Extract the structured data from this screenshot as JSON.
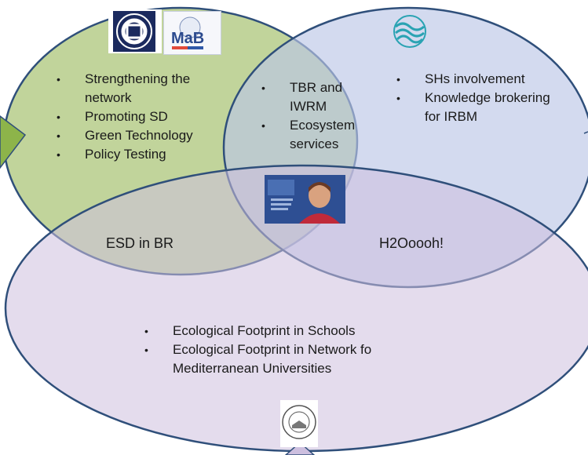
{
  "colors": {
    "green_set": "#b6cc8a",
    "blue_set": "#bcc6e6",
    "purple_set": "#cdbfdf",
    "outline": "#2f4f7a",
    "arrow": "#8db44a"
  },
  "sets": {
    "green": {
      "items": [
        "Strengthening the network",
        "Promoting SD",
        "Green Technology",
        "Policy Testing"
      ],
      "logos": [
        "unesco-world-heritage-emblem",
        "mab-logo"
      ]
    },
    "blue": {
      "items": [
        "SHs involvement",
        "Knowledge brokering for IRBM"
      ],
      "logos": [
        "water-waves-logo"
      ]
    },
    "purple": {
      "items": [
        "Ecological Footprint in Schools",
        "Ecological Footprint in Network fo Mediterranean Universities"
      ],
      "logos": [
        "university-seal-logo"
      ]
    }
  },
  "overlaps": {
    "green_blue": {
      "items": [
        "TBR and IWRM",
        "Ecosystem services"
      ]
    },
    "green_purple": {
      "label": "ESD in BR"
    },
    "blue_purple": {
      "label": "H2Ooooh!"
    },
    "center": {
      "image": "unesco-director-photo"
    }
  }
}
